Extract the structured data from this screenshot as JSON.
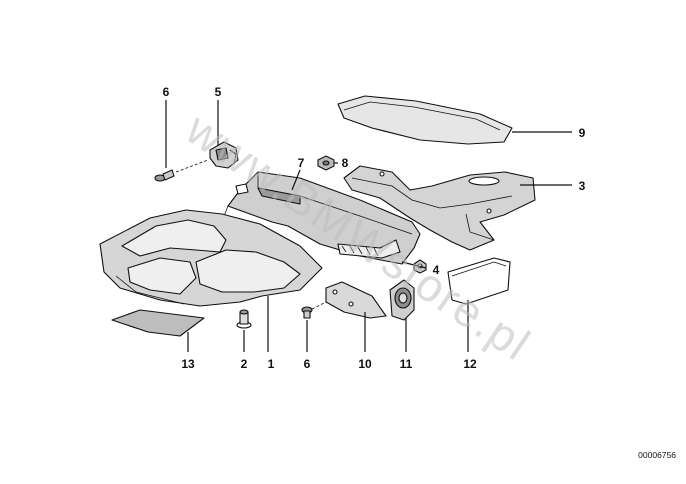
{
  "diagram": {
    "callouts": {
      "c1": "1",
      "c2": "2",
      "c3": "3",
      "c4": "4",
      "c5": "5",
      "c6a": "6",
      "c6b": "6",
      "c7": "7",
      "c8": "8",
      "c9": "9",
      "c10": "10",
      "c11": "11",
      "c12": "12",
      "c13": "13"
    },
    "document_number": "00006756",
    "watermark": "www.BMWstore.pl",
    "colors": {
      "line": "#111111",
      "fill_light": "#e6e6e6",
      "fill_mid": "#c8c8c8",
      "watermark": "#bdbdbd"
    }
  }
}
